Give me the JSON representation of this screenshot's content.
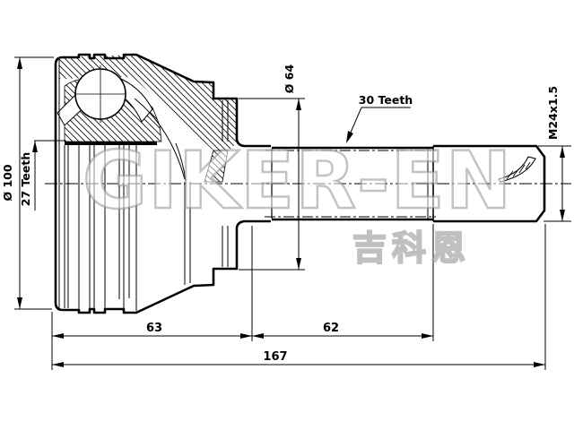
{
  "labels": {
    "dia_100": "Ø 100",
    "teeth_27": "27 Teeth",
    "dia_64": "Ø 64",
    "teeth_30": "30 Teeth",
    "thread": "M24x1.5",
    "len_63": "63",
    "len_62": "62",
    "len_167": "167"
  },
  "watermark": {
    "brand": "GIKER-EN",
    "cjk": "吉科恩"
  },
  "colors": {
    "line": "#000000",
    "background": "#ffffff",
    "watermark": "#9a9a9a"
  }
}
